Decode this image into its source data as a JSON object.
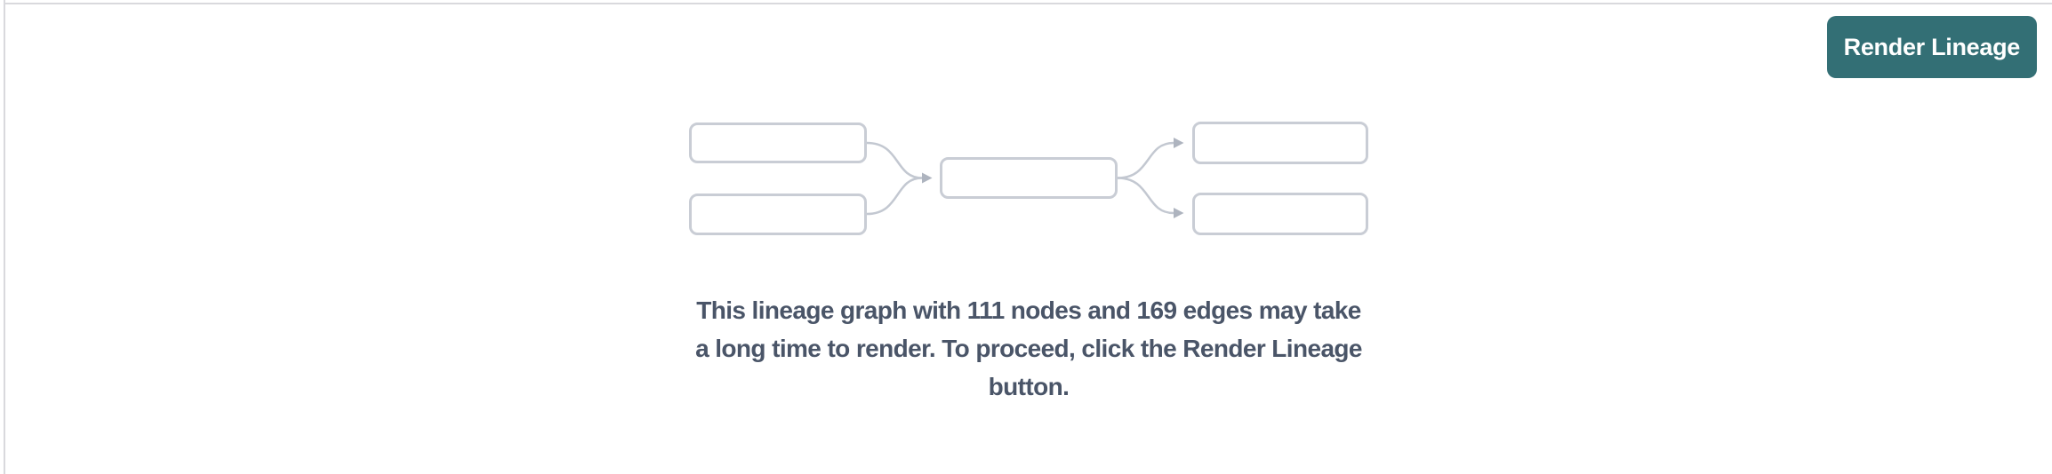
{
  "toolbar": {
    "render_lineage_label": "Render Lineage"
  },
  "empty_state": {
    "message_lines": {
      "0": "This lineage graph with 111 nodes and 169 edges may take",
      "1": "a long time to render. To proceed, click the Render Lineage",
      "2": "button."
    },
    "full_message": "This lineage graph with 111 nodes and 169 edges may take a long time to render. To proceed, click the Render Lineage button."
  },
  "stats": {
    "node_count": 111,
    "edge_count": 169
  },
  "diagram": {
    "icon_name": "lineage-graph-placeholder-icon",
    "node_boxes": 5,
    "edge_arrows": 4
  },
  "colors": {
    "button_bg": "#336f75",
    "button_text": "#ffffff",
    "message_text": "#4a5568",
    "node_border": "#c9cdd5",
    "edge_stroke": "#c3c8d1",
    "arrowhead": "#aeb4bf",
    "divider": "#d9d9dd",
    "background": "#ffffff"
  }
}
